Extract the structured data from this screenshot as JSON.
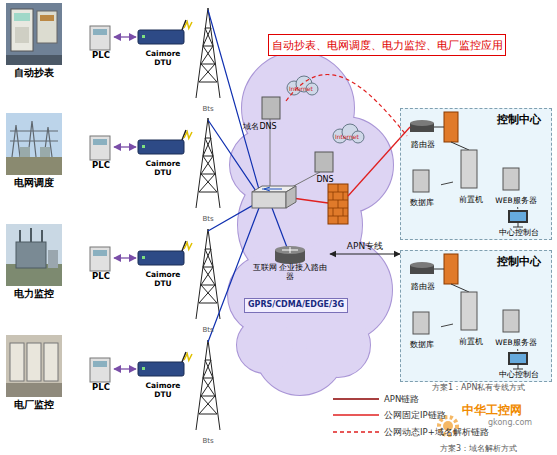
{
  "diagram": {
    "nodes": [
      {
        "text": [
          "自动抄表"
        ]
      },
      {
        "text": [
          "PLC"
        ]
      },
      {
        "text": [
          "Caimore DTU"
        ]
      },
      {
        "text": [
          "Bts"
        ]
      },
      {
        "text": [
          "电网调度"
        ]
      },
      {
        "text": [
          "PLC"
        ]
      },
      {
        "text": [
          "Caimore DTU"
        ]
      },
      {
        "text": [
          "Bts"
        ]
      },
      {
        "text": [
          "电力监控"
        ]
      },
      {
        "text": [
          "PLC"
        ]
      },
      {
        "text": [
          "Caimore DTU"
        ]
      },
      {
        "text": [
          "Bts"
        ]
      },
      {
        "text": [
          "电厂监控"
        ]
      },
      {
        "text": [
          "PLC"
        ]
      },
      {
        "text": [
          "Caimore DTU"
        ]
      },
      {
        "text": [
          "Bts"
        ]
      },
      {
        "text": [
          "自动抄表、电网调度、电力监控、电厂监控应用"
        ]
      },
      {
        "text": [
          "域名DNS"
        ]
      },
      {
        "text": [
          "DNS"
        ]
      },
      {
        "text": [
          "互联网 企业接入路由器"
        ]
      },
      {
        "text": [
          "GPRS/CDMA/EDGE/3G"
        ]
      },
      {
        "text": [
          "控制中心"
        ]
      },
      {
        "text": [
          "路由器"
        ],
        "in": 21
      },
      {
        "text": [
          "前置机"
        ],
        "in": 21
      },
      {
        "text": [
          "WEB服务器"
        ],
        "in": 21
      },
      {
        "text": [
          "数据库"
        ],
        "in": 21
      },
      {
        "text": [
          "中心控制台"
        ],
        "in": 21
      },
      {
        "text": [
          "控制中心"
        ]
      },
      {
        "text": [
          "路由器"
        ],
        "in": 27
      },
      {
        "text": [
          "前置机"
        ],
        "in": 27
      },
      {
        "text": [
          "WEB服务器"
        ],
        "in": 27
      },
      {
        "text": [
          "数据库"
        ],
        "in": 27
      },
      {
        "text": [
          "中心控制台"
        ],
        "in": 27
      }
    ],
    "edges": [
      {
        "from": 1,
        "to": 2,
        "arrow": "both"
      },
      {
        "from": 2,
        "to": 3,
        "arrow": "none"
      },
      {
        "from": 5,
        "to": 6,
        "arrow": "both"
      },
      {
        "from": 6,
        "to": 7,
        "arrow": "none"
      },
      {
        "from": 9,
        "to": 10,
        "arrow": "both"
      },
      {
        "from": 10,
        "to": 11,
        "arrow": "none"
      },
      {
        "from": 13,
        "to": 14,
        "arrow": "both"
      },
      {
        "from": 14,
        "to": 15,
        "arrow": "none"
      },
      {
        "from": 17,
        "to": 22,
        "arrow": "none"
      },
      {
        "from": 19,
        "to": 27,
        "label": "APN专线",
        "arrow": "both"
      },
      {
        "from": 25,
        "to": 23,
        "arrow": "none"
      },
      {
        "from": 23,
        "to": 24,
        "arrow": "none"
      },
      {
        "from": 24,
        "to": 26,
        "arrow": "none"
      },
      {
        "from": 31,
        "to": 29,
        "arrow": "none"
      },
      {
        "from": 29,
        "to": 30,
        "arrow": "none"
      },
      {
        "from": 30,
        "to": 32,
        "arrow": "none"
      }
    ],
    "labels": [
      "Internet",
      "Internet",
      "方案1：APN私有专线方式",
      "方案3：域名解析方式",
      "中华工控网",
      "gkong.com"
    ],
    "legend": [
      {
        "text": "APN链路"
      },
      {
        "text": "公网固定IP链路"
      },
      {
        "text": "公网动态IP+域名解析链路"
      }
    ]
  }
}
